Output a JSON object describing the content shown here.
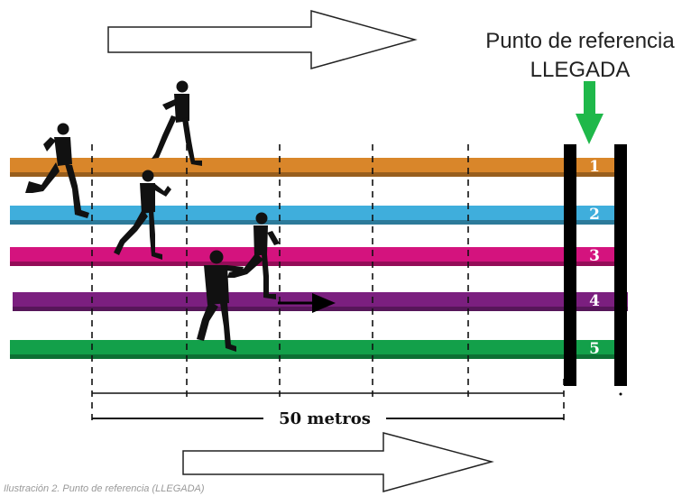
{
  "reference": {
    "line1": "Punto de referencia",
    "line2": "LLEGADA"
  },
  "lanes": [
    {
      "number": "1",
      "color": "#d9862a"
    },
    {
      "number": "2",
      "color": "#3faedc"
    },
    {
      "number": "3",
      "color": "#d4137e"
    },
    {
      "number": "4",
      "color": "#7b1f7f"
    },
    {
      "number": "5",
      "color": "#13a04a"
    }
  ],
  "distance_label": "50 metros",
  "arrow_color": "#1fb84a",
  "caption": "Ilustración 2. Punto de referencia (LLEGADA)"
}
